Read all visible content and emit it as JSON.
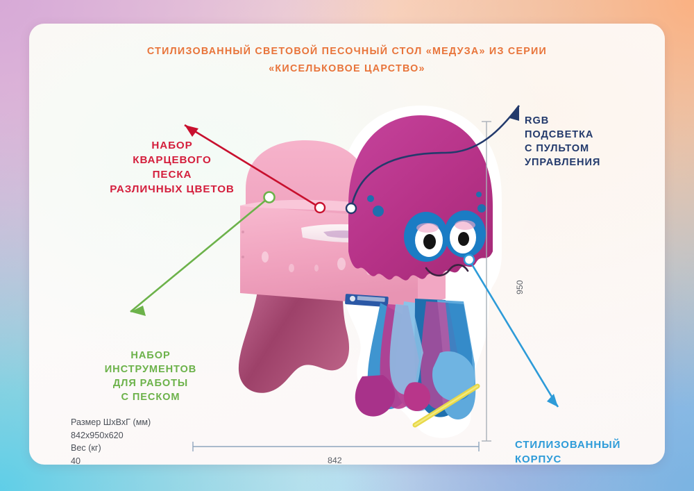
{
  "title": {
    "line1": "СТИЛИЗОВАННЫЙ СВЕТОВОЙ ПЕСОЧНЫЙ СТОЛ «МЕДУЗА» ИЗ СЕРИИ",
    "line2": "«КИСЕЛЬКОВОЕ ЦАРСТВО»"
  },
  "callouts": {
    "sand": {
      "color": "#d41e3c",
      "lines": [
        "НАБОР",
        "КВАРЦЕВОГО",
        "ПЕСКА",
        "РАЗЛИЧНЫХ ЦВЕТОВ"
      ]
    },
    "tools": {
      "color": "#6cb24a",
      "lines": [
        "НАБОР",
        "ИНСТРУМЕНТОВ",
        "ДЛЯ РАБОТЫ",
        "С ПЕСКОМ"
      ]
    },
    "rgb": {
      "color": "#233a6c",
      "lines": [
        "RGB",
        "ПОДСВЕТКА",
        "С ПУЛЬТОМ",
        "УПРАВЛЕНИЯ"
      ]
    },
    "body": {
      "color": "#2d9bd8",
      "lines": [
        "СТИЛИЗОВАННЫЙ",
        "КОРПУС"
      ]
    }
  },
  "specs": {
    "size_label": "Размер ШхВхГ (мм)",
    "size_value": "842x950x620",
    "weight_label": "Вес (кг)",
    "weight_value": "40"
  },
  "dimensions": {
    "height": "950",
    "width": "842"
  },
  "palette": {
    "title": "#e8743a",
    "sand_red": "#d41e3c",
    "tools_green": "#6cb24a",
    "rgb_navy": "#233a6c",
    "body_blue": "#2d9bd8",
    "table_pink": "#f0a0bd",
    "pedestal_mauve": "#a5496f",
    "jelly_magenta": "#b8368a",
    "jelly_blue": "#1f72b8",
    "dim_gray": "#9aa2ab"
  }
}
